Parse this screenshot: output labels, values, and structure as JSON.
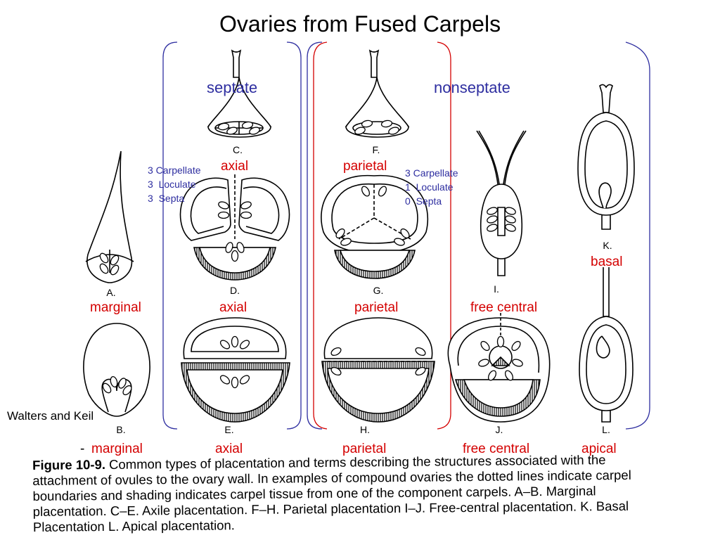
{
  "title": "Ovaries from Fused Carpels",
  "groups": {
    "septate": "septate",
    "nonseptate": "nonseptate"
  },
  "info_septate": {
    "line1": "3 Carpellate",
    "line2": "3  Loculate",
    "line3": "3  Septa"
  },
  "info_nonseptate": {
    "line1": "3 Carpellate",
    "line2": "1  Loculate",
    "line3": "0  Septa"
  },
  "figure_letters": [
    "A.",
    "B.",
    "C.",
    "D.",
    "E.",
    "F.",
    "G.",
    "H.",
    "I.",
    "J.",
    "K.",
    "L."
  ],
  "labels": {
    "c_axial": "axial",
    "f_parietal": "parietal",
    "k_basal": "basal",
    "row2_marginal": "marginal",
    "row2_axial": "axial",
    "row2_parietal": "parietal",
    "row2_free_central": "free central",
    "bottom_dash": "-",
    "bottom_marginal": "marginal",
    "bottom_axial": "axial",
    "bottom_parietal": "parietal",
    "bottom_free_central": "free central",
    "bottom_apical": "apical"
  },
  "credit": "Walters and Keil",
  "caption": {
    "figure_label": "Figure 10-9.",
    "text": "Common types of placentation and terms describing the structures associated with the attachment of ovules to the ovary wall. In examples of compound ovaries the dotted lines indicate carpel boundaries and shading indicates carpel tissue from one of the component carpels. A–B. Marginal placentation. C–E. Axile placentation. F–H. Parietal placentation I–J. Free-central placentation. K. Basal Placentation L. Apical placentation."
  },
  "colors": {
    "group_label": "#2e2ea0",
    "term_label": "#d40000",
    "bracket_blue": "#2e2ea0",
    "bracket_red": "#d40000"
  }
}
